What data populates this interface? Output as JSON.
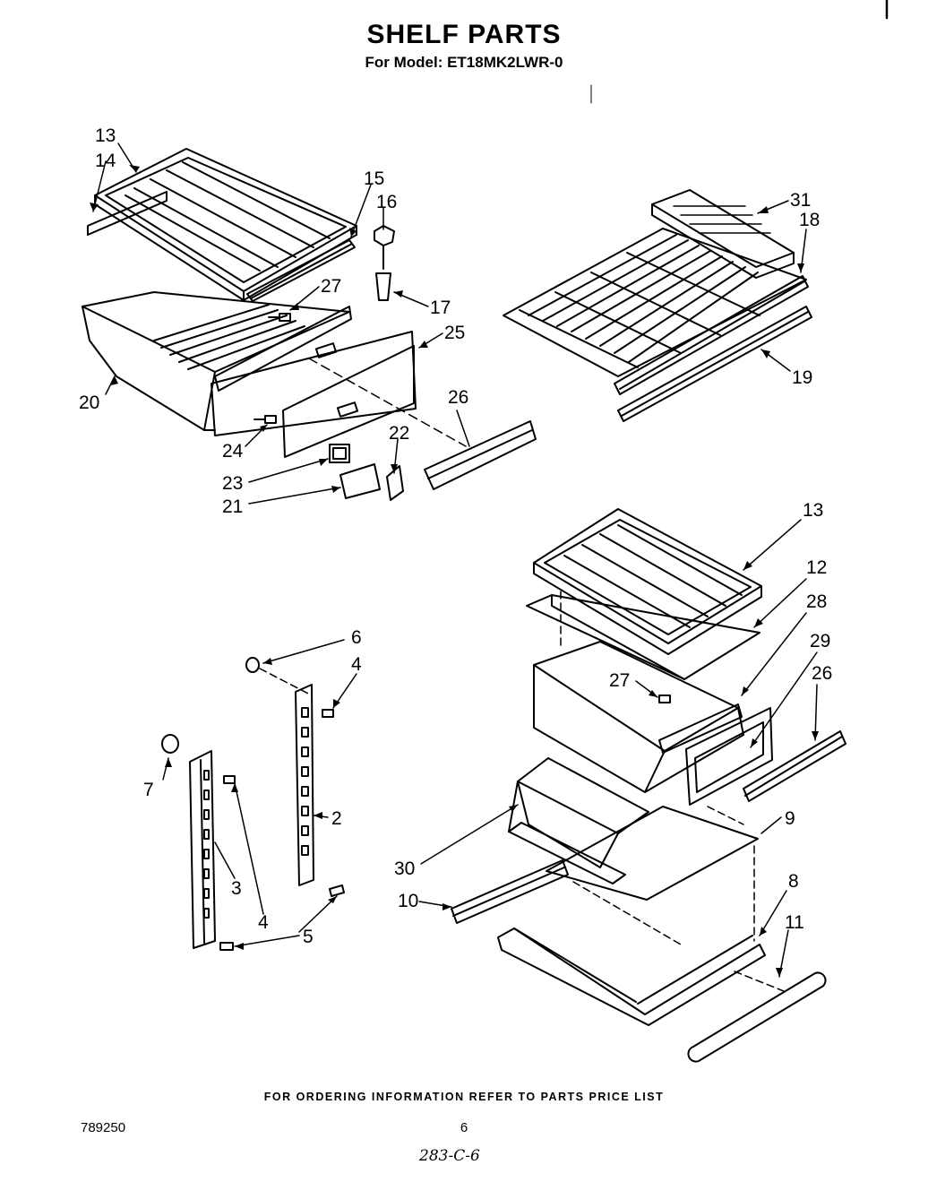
{
  "title": "SHELF PARTS",
  "subtitle": "For Model: ET18MK2LWR-0",
  "footer_note": "FOR ORDERING INFORMATION REFER TO PARTS PRICE LIST",
  "doc_number": "789250",
  "page_number": "6",
  "handwritten_note": "283-C-6",
  "callouts": {
    "c13a": "13",
    "c14": "14",
    "c15": "15",
    "c16": "16",
    "c27a": "27",
    "c17": "17",
    "c25": "25",
    "c20": "20",
    "c26a": "26",
    "c24": "24",
    "c22": "22",
    "c23": "23",
    "c21": "21",
    "c31": "31",
    "c18": "18",
    "c19": "19",
    "c13b": "13",
    "c12": "12",
    "c28": "28",
    "c29": "29",
    "c26b": "26",
    "c27b": "27",
    "c9": "9",
    "c30": "30",
    "c10": "10",
    "c8": "8",
    "c11": "11",
    "c6": "6",
    "c4a": "4",
    "c7": "7",
    "c2": "2",
    "c3": "3",
    "c4b": "4",
    "c5": "5"
  }
}
